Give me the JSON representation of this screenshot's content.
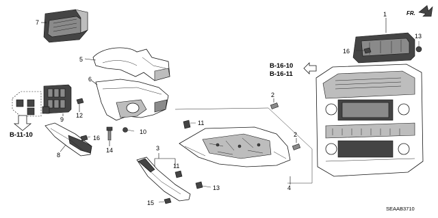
{
  "diagram": {
    "part_code": "SEAAB3710",
    "front_label": "FR.",
    "references": {
      "ref_b1610": "B-16-10",
      "ref_b1611": "B-16-11",
      "ref_b1110": "B-11-10"
    },
    "callouts": {
      "c1": "1",
      "c2a": "2",
      "c2b": "2",
      "c3": "3",
      "c4": "4",
      "c5": "5",
      "c6": "6",
      "c7": "7",
      "c8": "8",
      "c9": "9",
      "c10": "10",
      "c11a": "11",
      "c11b": "11",
      "c12": "12",
      "c13a": "13",
      "c13b": "13",
      "c14": "14",
      "c15": "15",
      "c16a": "16",
      "c16b": "16"
    }
  }
}
